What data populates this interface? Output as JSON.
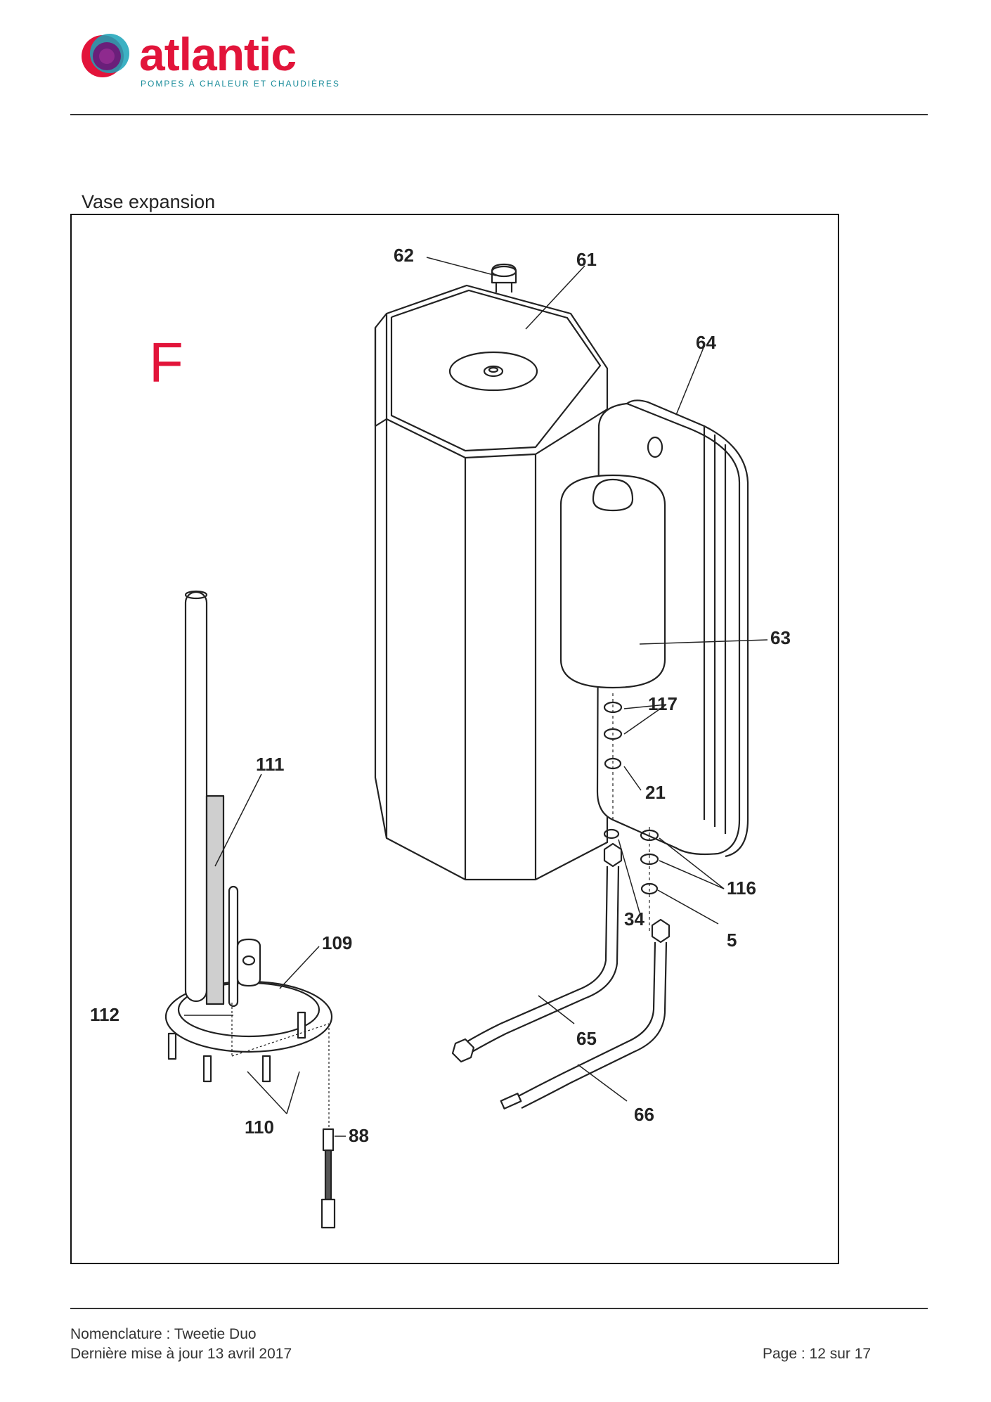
{
  "header": {
    "brand": "atlantic",
    "tagline": "POMPES À CHALEUR ET CHAUDIÈRES",
    "brand_color": "#e2143a",
    "tagline_color": "#1a8c9a"
  },
  "section": {
    "title": "Vase expansion",
    "letter": "F",
    "letter_color": "#e2143a"
  },
  "parts": [
    {
      "id": "p62",
      "label": "62"
    },
    {
      "id": "p61",
      "label": "61"
    },
    {
      "id": "p64",
      "label": "64"
    },
    {
      "id": "p63",
      "label": "63"
    },
    {
      "id": "p117",
      "label": "117"
    },
    {
      "id": "p21",
      "label": "21"
    },
    {
      "id": "p111",
      "label": "111"
    },
    {
      "id": "p116",
      "label": "116"
    },
    {
      "id": "p34",
      "label": "34"
    },
    {
      "id": "p5",
      "label": "5"
    },
    {
      "id": "p109",
      "label": "109"
    },
    {
      "id": "p112",
      "label": "112"
    },
    {
      "id": "p65",
      "label": "65"
    },
    {
      "id": "p66",
      "label": "66"
    },
    {
      "id": "p110",
      "label": "110"
    },
    {
      "id": "p88",
      "label": "88"
    }
  ],
  "footer": {
    "nomenclature": "Nomenclature : Tweetie Duo",
    "updated": "Dernière mise à jour 13 avril 2017",
    "page": "Page : 12 sur 17"
  }
}
